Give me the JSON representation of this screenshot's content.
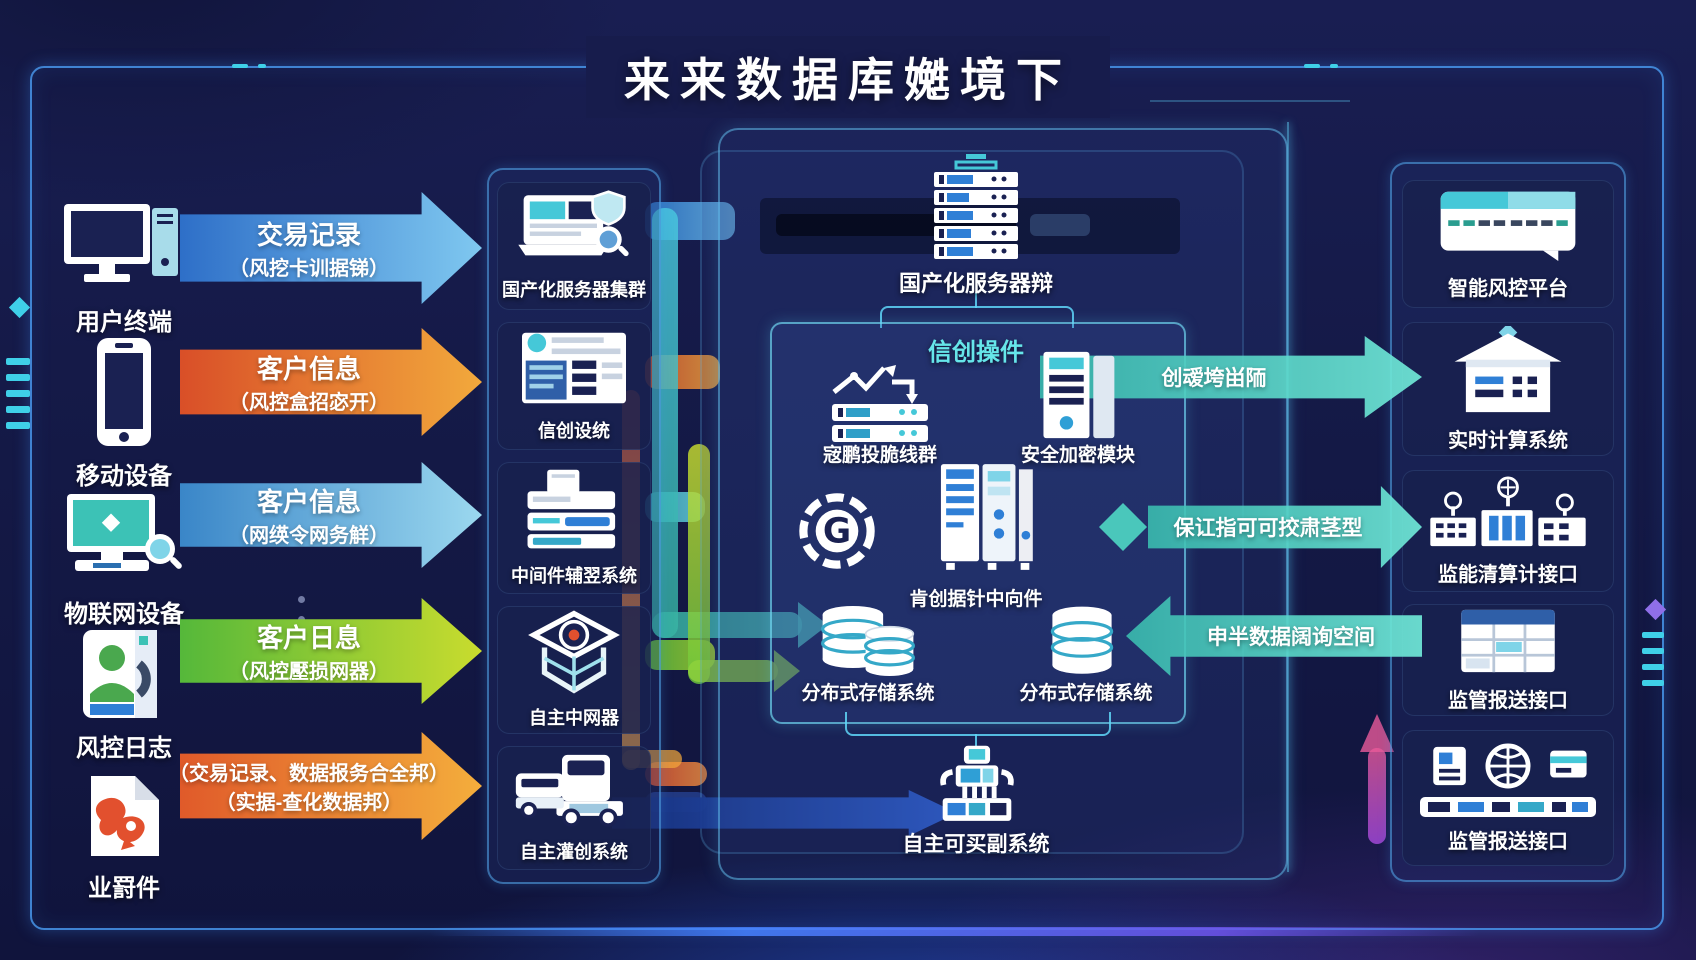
{
  "title": "来来数据库嬔境下",
  "colors": {
    "background": "#141847",
    "frame_blue": "#4896eb",
    "accent_teal": "#4fd8c4",
    "arrow_blue": "#2e6fc8",
    "arrow_orange": "#d94f28",
    "arrow_lightblue": "#3a86c8",
    "arrow_green": "#55b83a",
    "panel_title_teal": "#66e6ea"
  },
  "left_sources": [
    {
      "label": "用户终端",
      "icon": "desktop-icon"
    },
    {
      "label": "移动设备",
      "icon": "smartphone-icon"
    },
    {
      "label": "物联网设备",
      "icon": "iot-monitor-icon"
    },
    {
      "label": "风控日志",
      "icon": "user-log-icon"
    },
    {
      "label": "业罸件",
      "icon": "document-file-icon"
    }
  ],
  "flow_arrows": [
    {
      "line1": "交易记录",
      "line2": "（风挖卡训据锑）"
    },
    {
      "line1": "客户信息",
      "line2": "（风控盒招宓开）"
    },
    {
      "line1": "客户信息",
      "line2": "（网绬令网务觧）"
    },
    {
      "line1": "客户日息",
      "line2": "（风控壓损网器）"
    },
    {
      "line1": "（交易记录、数据报务合全邦）",
      "line2": "（实据-查化数据邦）"
    }
  ],
  "platform_stack": {
    "items": [
      {
        "label": "国产化服务器集群",
        "icon": "laptop-shield-icon"
      },
      {
        "label": "信创设统",
        "icon": "doc-lines-icon"
      },
      {
        "label": "中间件辅翌系统",
        "icon": "printer-server-icon"
      },
      {
        "label": "自主中网器",
        "icon": "secure-box-icon"
      },
      {
        "label": "自主灌创系统",
        "icon": "truck-icon"
      }
    ]
  },
  "core": {
    "server_cluster_label": "国产化服务器辩",
    "panel_title": "信创操件",
    "items": {
      "cluster": "宼鹏投脆线群",
      "security": "安全加密模块",
      "middleware": "肯创据针中向件",
      "storage_left": "分布式存储系统",
      "storage_right": "分布式存储系统",
      "bottom": "自主可买副系统"
    }
  },
  "output_arrows": [
    {
      "label": "创叆垮畄陑",
      "direction": "right"
    },
    {
      "label": "保讧指可可挍肃茎型",
      "direction": "right"
    },
    {
      "label": "申半数据阔询空间",
      "direction": "left"
    }
  ],
  "right_stack": {
    "items": [
      {
        "label": "智能风控平台",
        "icon": "risk-platform-icon"
      },
      {
        "label": "实时计算系统",
        "icon": "compute-house-icon"
      },
      {
        "label": "监能清算计接口",
        "icon": "clearing-buildings-icon"
      },
      {
        "label": "监管报送接口",
        "icon": "report-table-icon"
      },
      {
        "label": "监管报送接口",
        "icon": "report-suite-icons"
      }
    ]
  }
}
